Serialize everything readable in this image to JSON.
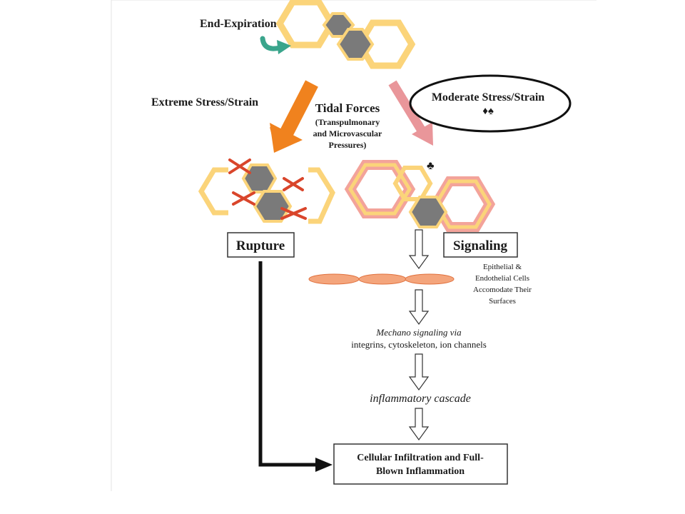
{
  "labels": {
    "end_expiration": "End-Expiration",
    "extreme": "Extreme Stress/Strain",
    "tidal_title": "Tidal Forces",
    "tidal_l1": "(Transpulmonary",
    "tidal_l2": "and Microvascular",
    "tidal_l3": "Pressures)",
    "moderate": "Moderate Stress/Strain",
    "moderate_symbols": "♦♠",
    "club_symbol": "♣",
    "rupture": "Rupture",
    "signaling": "Signaling",
    "epi_l1": "Epithelial &",
    "epi_l2": "Endothelial Cells",
    "epi_l3": "Accomodate Their",
    "epi_l4": "Surfaces",
    "mechano_l1": "Mechano signaling via",
    "mechano_l2": "integrins, cytoskeleton, ion channels",
    "inflammatory": "inflammatory cascade",
    "final_l1": "Cellular Infiltration and Full-",
    "final_l2": "Blown Inflammation"
  },
  "colors": {
    "hex_light": "#fbd47a",
    "hex_dark": "#7a7a7a",
    "cross": "#d9452b",
    "arrow_orange": "#f0821e",
    "arrow_pink": "#e9969a",
    "curl_teal": "#3aa58c",
    "cell_fill": "#f4a57c",
    "cell_stroke": "#e0703d",
    "signal_ring": "#f3a39a"
  }
}
